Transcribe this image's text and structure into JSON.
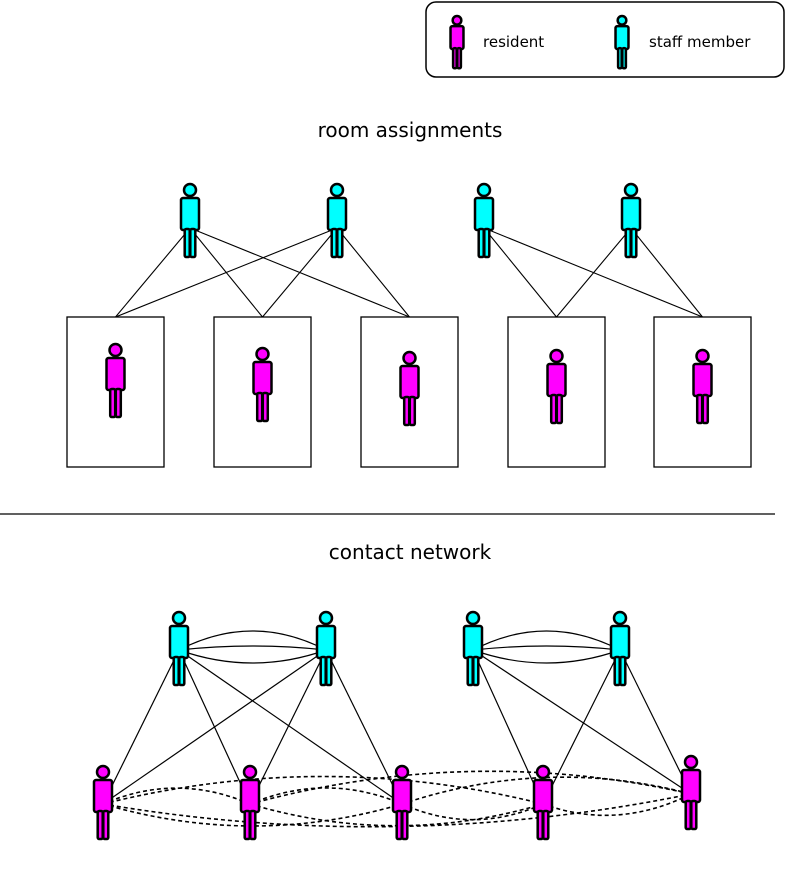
{
  "legend": {
    "resident_label": "resident",
    "staff_label": "staff member"
  },
  "colors": {
    "resident": "#ff00ff",
    "staff": "#00ffff",
    "outline": "#000000"
  },
  "sections": {
    "room_title": "room assignments",
    "contact_title": "contact network"
  },
  "room_assignments": {
    "staff": [
      "S1",
      "S2",
      "S3",
      "S4"
    ],
    "rooms": [
      {
        "id": "R1",
        "resident": "P1"
      },
      {
        "id": "R2",
        "resident": "P2"
      },
      {
        "id": "R3",
        "resident": "P3"
      },
      {
        "id": "R4",
        "resident": "P4"
      },
      {
        "id": "R5",
        "resident": "P5"
      }
    ],
    "assignments": [
      [
        "S1",
        "R1"
      ],
      [
        "S1",
        "R2"
      ],
      [
        "S1",
        "R3"
      ],
      [
        "S2",
        "R1"
      ],
      [
        "S2",
        "R2"
      ],
      [
        "S2",
        "R3"
      ],
      [
        "S3",
        "R4"
      ],
      [
        "S3",
        "R5"
      ],
      [
        "S4",
        "R4"
      ],
      [
        "S4",
        "R5"
      ]
    ]
  },
  "contact_network": {
    "staff": [
      "S1",
      "S2",
      "S3",
      "S4"
    ],
    "residents": [
      "P1",
      "P2",
      "P3",
      "P4",
      "P5"
    ],
    "staff_staff_edges": [
      [
        "S1",
        "S2"
      ],
      [
        "S3",
        "S4"
      ]
    ],
    "staff_resident_edges": [
      [
        "S1",
        "P1"
      ],
      [
        "S1",
        "P2"
      ],
      [
        "S1",
        "P3"
      ],
      [
        "S2",
        "P1"
      ],
      [
        "S2",
        "P2"
      ],
      [
        "S2",
        "P3"
      ],
      [
        "S3",
        "P4"
      ],
      [
        "S3",
        "P5"
      ],
      [
        "S4",
        "P4"
      ],
      [
        "S4",
        "P5"
      ]
    ],
    "resident_resident_edges": [
      [
        "P1",
        "P2"
      ],
      [
        "P1",
        "P3"
      ],
      [
        "P1",
        "P4"
      ],
      [
        "P1",
        "P5"
      ],
      [
        "P2",
        "P3"
      ],
      [
        "P2",
        "P4"
      ],
      [
        "P2",
        "P5"
      ],
      [
        "P3",
        "P4"
      ],
      [
        "P3",
        "P5"
      ],
      [
        "P4",
        "P5"
      ]
    ]
  }
}
